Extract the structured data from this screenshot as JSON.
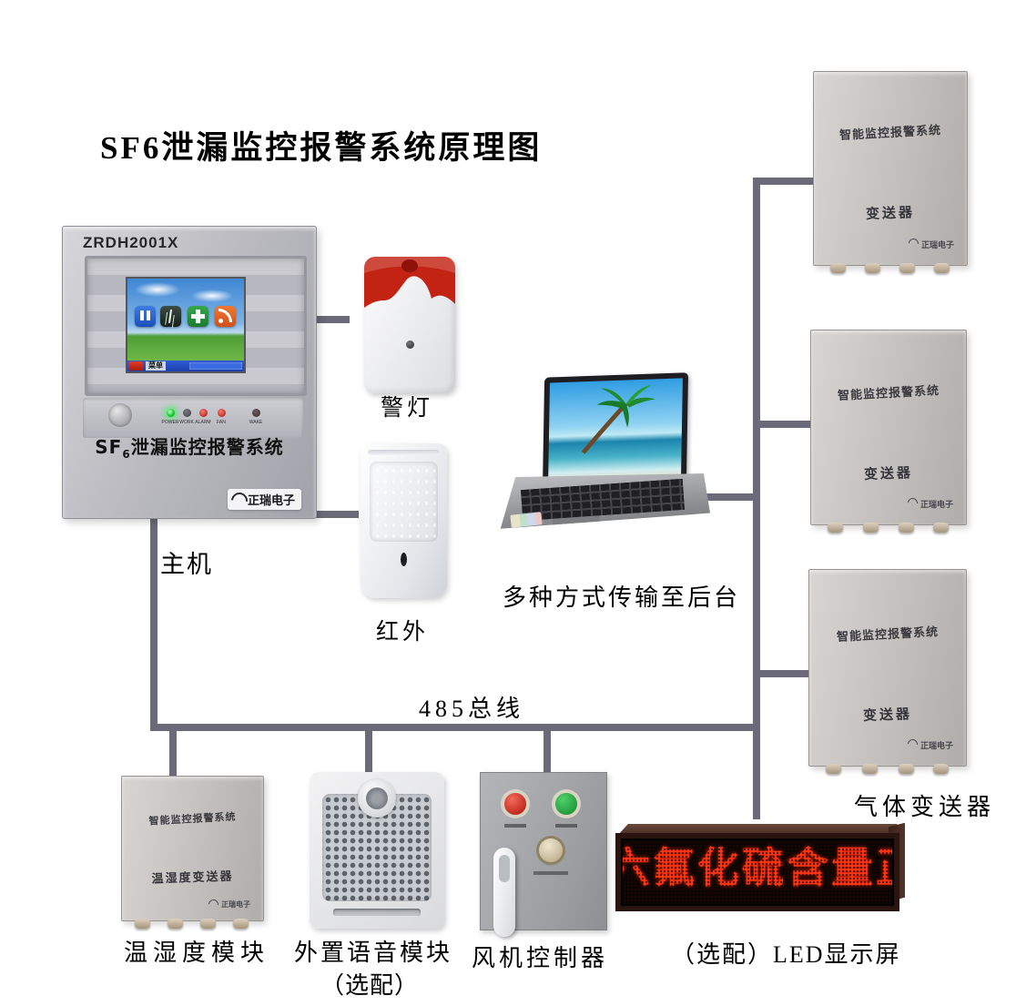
{
  "title": "SF6泄漏监控报警系统原理图",
  "main_unit": {
    "model": "ZRDH2001X",
    "panel_title_prefix": "SF",
    "panel_title_sub": "6",
    "panel_title_rest": "泄漏监控报警系统",
    "leds": [
      "POWER",
      "WORK",
      "ALARM",
      "FAN",
      "WAKE"
    ],
    "taskbar_menu": "菜单",
    "brand": "正瑞电子",
    "label": "主机",
    "screen_icons": [
      "pause-icon",
      "plant-icon",
      "plus-icon",
      "rss-icon"
    ]
  },
  "alarm_light": {
    "label": "警灯"
  },
  "infrared": {
    "label": "红外"
  },
  "laptop": {
    "caption": "多种方式传输至后台"
  },
  "bus": {
    "label": "485总线"
  },
  "transmitters": {
    "caption": "气体变送器",
    "items": [
      {
        "line1": "智能监控报警系统",
        "line2": "变送器",
        "brand": "正瑞电子"
      },
      {
        "line1": "智能监控报警系统",
        "line2": "变送器",
        "brand": "正瑞电子"
      },
      {
        "line1": "智能监控报警系统",
        "line2": "变送器",
        "brand": "正瑞电子"
      }
    ]
  },
  "temp_humidity": {
    "line1": "智能监控报警系统",
    "line2": "温湿度变送器",
    "brand": "正瑞电子",
    "caption": "温湿度模块"
  },
  "voice_module": {
    "caption_line1": "外置语音模块",
    "caption_line2": "（选配）"
  },
  "fan_controller": {
    "caption": "风机控制器"
  },
  "led_display": {
    "text": "六氟化硫含量正",
    "caption": "（选配）LED显示屏"
  },
  "colors": {
    "line": "#6a6a79",
    "alarm_red": "#c32114",
    "led_text": "#ff3512"
  }
}
